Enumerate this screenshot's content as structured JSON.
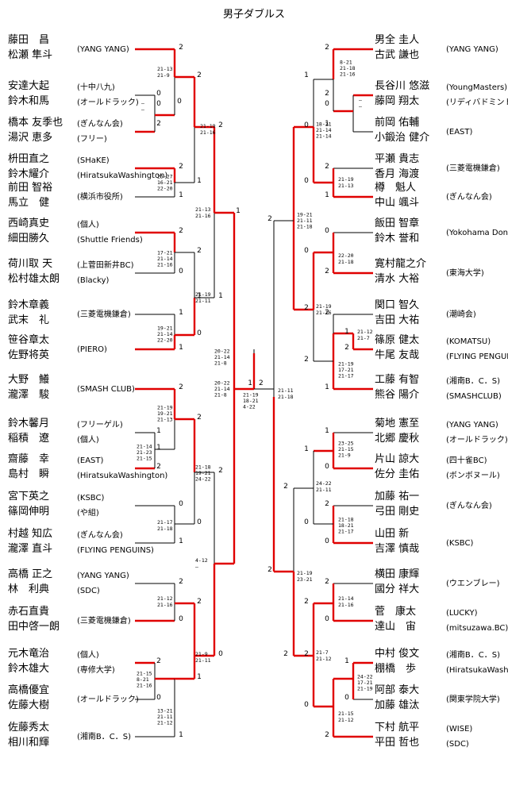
{
  "title": "男子ダブルス",
  "colors": {
    "win": "#e00000",
    "line": "#000000"
  },
  "left": {
    "teams": [
      {
        "p1": "藤田　昌",
        "p2": "松瀬 隼斗",
        "club": "(YANG YANG)"
      },
      {
        "p1": "安達大起",
        "p2": "鈴木和馬",
        "club1": "(十中八九)",
        "club2": "(オールドラック)"
      },
      {
        "p1": "橋本 友季也",
        "p2": "湯沢 恵多",
        "club1": "(ぎんなん会)",
        "club2": "(フリー)"
      },
      {
        "p1": "枡田直之",
        "p2": "鈴木耀介",
        "club1": "(SHaKE)",
        "club2": "(HiratsukaWashington)"
      },
      {
        "p1": "前田 智裕",
        "p2": "馬立　健",
        "club": "(横浜市役所)"
      },
      {
        "p1": "西崎真史",
        "p2": "細田勝久",
        "club1": "(個人)",
        "club2": "(Shuttle Friends)"
      },
      {
        "p1": "荷川取 天",
        "p2": "松村雄太朗",
        "club1": "(上菅田新井BC)",
        "club2": "(Blacky)"
      },
      {
        "p1": "鈴木章義",
        "p2": "武末　礼",
        "club": "(三菱電機鎌倉)"
      },
      {
        "p1": "笹谷章太",
        "p2": "佐野将英",
        "club": "(PIERO)"
      },
      {
        "p1": "大野　鱶",
        "p2": "瀧澤　駿",
        "club": "(SMASH CLUB)"
      },
      {
        "p1": "鈴木馨月",
        "p2": "稲積　遼",
        "club1": "(フリーゲル)",
        "club2": "(個人)"
      },
      {
        "p1": "齋藤　幸",
        "p2": "島村　瞬",
        "club1": "(EAST)",
        "club2": "(HiratsukaWashington)"
      },
      {
        "p1": "宮下英之",
        "p2": "篠岡伸明",
        "club1": "(KSBC)",
        "club2": "(や組)"
      },
      {
        "p1": "村越 知広",
        "p2": "瀧澤 直斗",
        "club1": "(ぎんなん会)",
        "club2": "(FLYING PENGUINS)"
      },
      {
        "p1": "高橋 正之",
        "p2": "林　利典",
        "club1": "(YANG YANG)",
        "club2": "(SDC)"
      },
      {
        "p1": "赤石直貴",
        "p2": "田中啓一朗",
        "club": "(三菱電機鎌倉)"
      },
      {
        "p1": "元木竜治",
        "p2": "鈴木雄大",
        "club1": "(個人)",
        "club2": "(専修大学)"
      },
      {
        "p1": "高橋優宜",
        "p2": "佐藤大樹",
        "club": "(オールドラック)"
      },
      {
        "p1": "佐藤秀太",
        "p2": "相川和輝",
        "club": "(湘南B．C．S)"
      }
    ],
    "scores": [
      "2",
      "0",
      "0",
      "2",
      "2",
      "1",
      "2",
      "0",
      "1",
      "1",
      "2",
      "1",
      "1",
      "2",
      "0",
      "1",
      "2",
      "0",
      "2",
      "0",
      "1",
      "2",
      "0",
      "1",
      "2",
      "1",
      "0",
      "2",
      "0",
      "2",
      "1",
      "2",
      "1",
      "2",
      "0",
      "1"
    ],
    "games": [
      "21-13\n21-9",
      "—\n—",
      "21-19\n21-16",
      "25-27\n16-21\n22-20",
      "21-13\n21-16",
      "17-21\n21-14\n21-16",
      "21-19\n21-11",
      "19-21\n21-14\n22-20",
      "20-22\n21-14\n21-8",
      "21-19\n19-21\n21-13",
      "21-14\n21-23\n21-15",
      "21-18\n19-21\n24-22",
      "21-17\n21-18",
      "4-12\n—",
      "21-12\n21-16",
      "21-9\n21-11",
      "21-15\n8-21\n21-16",
      "13-21\n21-11\n21-12"
    ]
  },
  "right": {
    "teams": [
      {
        "p1": "男全 圭人",
        "p2": "古武 謙也",
        "club": "(YANG YANG)"
      },
      {
        "p1": "長谷川 悠滋",
        "p2": "藤岡 翔太",
        "club1": "(YoungMasters)",
        "club2": "(リディバドミントンクラブ)"
      },
      {
        "p1": "前岡 佑輔",
        "p2": "小鍛治 健介",
        "club": "(EAST)"
      },
      {
        "p1": "平瀬 貴志",
        "p2": "香月 海渡",
        "club": "(三菱電機鎌倉)"
      },
      {
        "p1": "樽　魁人",
        "p2": "中山 颯斗",
        "club": "(ぎんなん会)"
      },
      {
        "p1": "飯田 智章",
        "p2": "鈴木 誉和",
        "club": "(Yokohama Donkey's)"
      },
      {
        "p1": "寛村龍之介",
        "p2": "清水 大裕",
        "club": "(東海大学)"
      },
      {
        "p1": "関口 智久",
        "p2": "吉田 大祐",
        "club": "(潮崎会)"
      },
      {
        "p1": "篠原 健太",
        "p2": "牛尾 友哉",
        "club1": "(KOMATSU)",
        "club2": "(FLYING PENGUINS)"
      },
      {
        "p1": "工藤 有智",
        "p2": "熊谷 陽介",
        "club1": "(湘南B．C．S)",
        "club2": "(SMASHCLUB)"
      },
      {
        "p1": "菊地 憲至",
        "p2": "北郷 慶秋",
        "club1": "(YANG YANG)",
        "club2": "(オールドラック)"
      },
      {
        "p1": "片山 諒大",
        "p2": "佐分 圭佑",
        "club1": "(四十雀BC)",
        "club2": "(ボンボヌール)"
      },
      {
        "p1": "加藤 祐一",
        "p2": "弓田 剛史",
        "club": "(ぎんなん会)"
      },
      {
        "p1": "山田 新",
        "p2": "吉澤 慎哉",
        "club": "(KSBC)"
      },
      {
        "p1": "横田 康輝",
        "p2": "國分 祥大",
        "club": "(ウエンブレー)"
      },
      {
        "p1": "菅　康太",
        "p2": "達山　宙",
        "club1": "(LUCKY)",
        "club2": "(mitsuzawa.BC)"
      },
      {
        "p1": "中村 俊文",
        "p2": "棚橋　歩",
        "club1": "(湘南B．C．S)",
        "club2": "(HiratsukaWashington)"
      },
      {
        "p1": "阿部 泰大",
        "p2": "加藤 雄汰",
        "club": "(関東学院大学)"
      },
      {
        "p1": "下村 航平",
        "p2": "平田 哲也",
        "club1": "(WISE)",
        "club2": "(SDC)"
      }
    ],
    "scores": [
      "2",
      "1",
      "2",
      "0",
      "1",
      "0",
      "2",
      "1",
      "0",
      "2",
      "0",
      "2",
      "0",
      "2",
      "1",
      "2",
      "1",
      "2",
      "2",
      "1",
      "0",
      "1",
      "2",
      "0",
      "0",
      "2",
      "2",
      "0",
      "2",
      "1",
      "0",
      "2",
      "0",
      "2",
      "2",
      "2"
    ],
    "games": [
      "8-21\n21-18\n21-16",
      "—\n—",
      "18-21\n21-14\n21-14",
      "21-19\n21-13",
      "19-21\n21-11\n21-18",
      "22-20\n21-18",
      "21-19\n21-16",
      "21-12\n21-7",
      "21-19\n17-21\n21-17",
      "23-25\n21-15\n21-9",
      "24-22\n21-11",
      "21-18\n18-21\n21-17",
      "21-19\n23-21",
      "21-14\n21-16",
      "21-7\n21-12",
      "24-22\n17-21\n21-19",
      "21-15\n21-12"
    ]
  },
  "final": {
    "left_score": "1",
    "right_score": "2",
    "games": "21-19\n18-21\n4-22",
    "left_semi_games": "20-22\n21-14\n21-8",
    "right_semi_games": "21-11\n21-18"
  }
}
